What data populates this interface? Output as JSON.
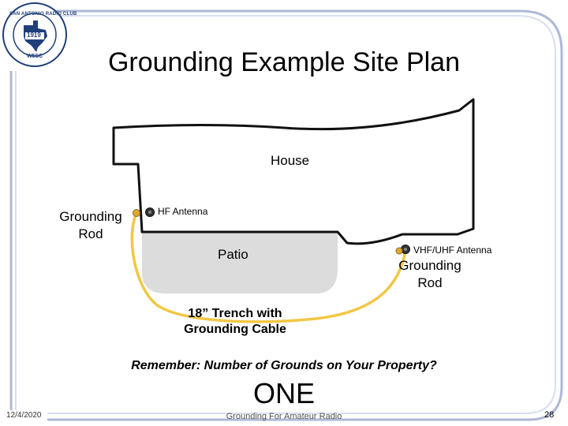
{
  "slide": {
    "title": "Grounding Example Site Plan",
    "date": "12/4/2020",
    "footer": "Grounding For Amateur Radio",
    "page_number": "28"
  },
  "logo": {
    "club_name": "SAN ANTONIO RADIO CLUB",
    "year": "1919",
    "callsign": "W5SC",
    "icon": "club-seal-texas"
  },
  "diagram": {
    "house_label": "House",
    "patio_label": "Patio",
    "hf_antenna_label": "HF Antenna",
    "vhf_antenna_label": "VHF/UHF Antenna",
    "grounding_rod_left_label": "Grounding Rod",
    "grounding_rod_right_label": "Grounding Rod",
    "trench_label": "18” Trench with Grounding Cable",
    "reminder_text": "Remember: Number of Grounds on Your Property?",
    "answer_text": "ONE",
    "colors": {
      "cable": "#f2c744",
      "patio": "#dcdcdc",
      "frame": "#aeb9d6",
      "house_outline": "#111111",
      "rod_marker": "#e0a82e"
    }
  }
}
